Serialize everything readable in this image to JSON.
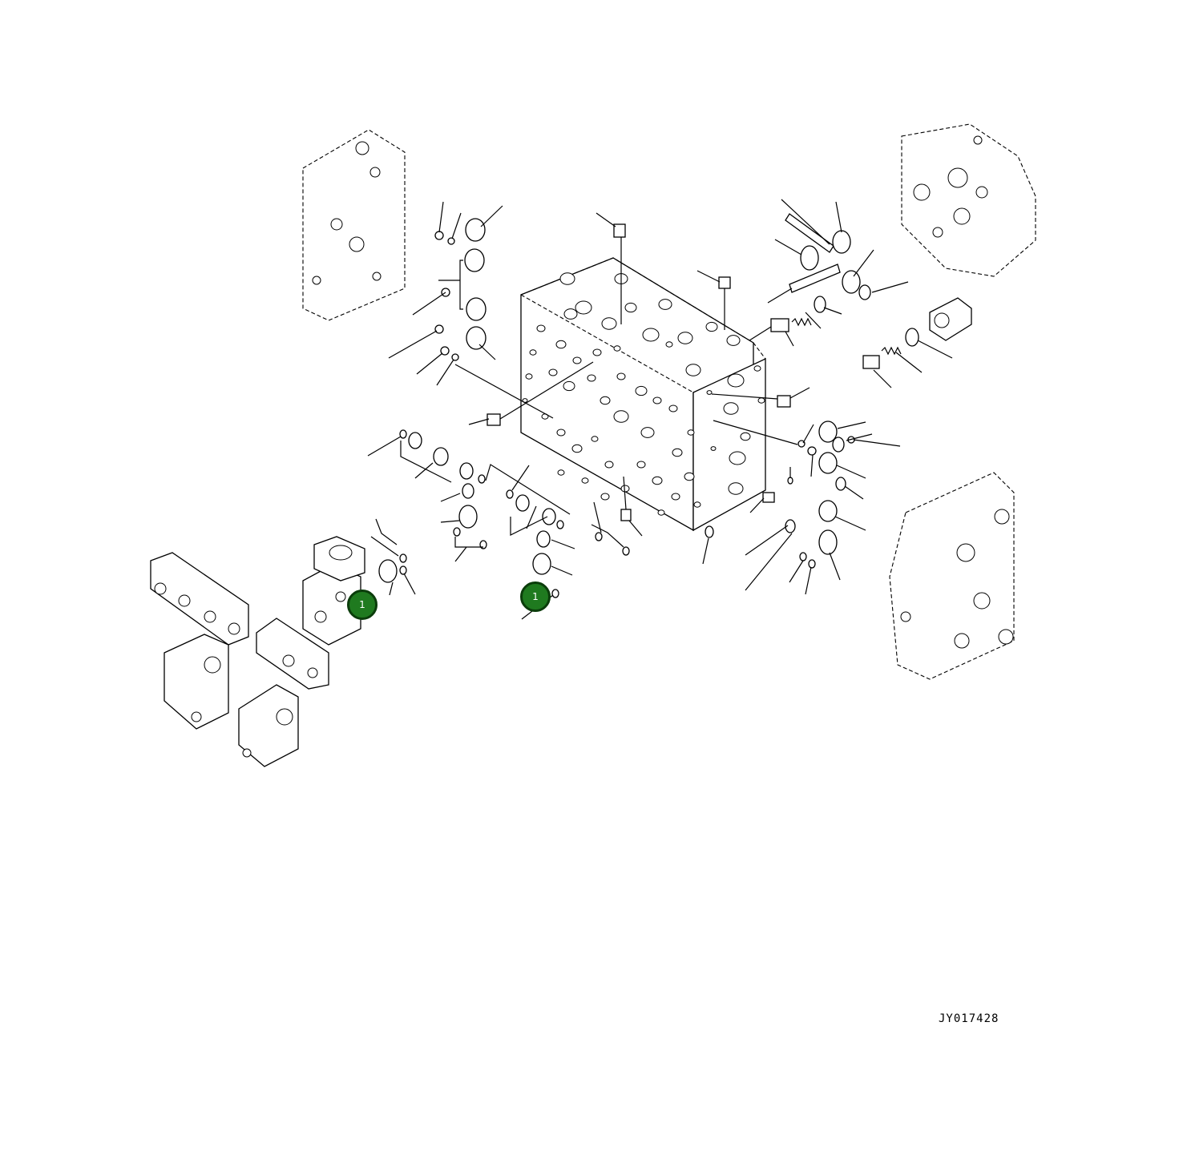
{
  "drawing": {
    "code": "JY017428"
  },
  "callouts": [
    {
      "number": "1",
      "color": "#1f7a1f"
    },
    {
      "number": "1",
      "color": "#1f7a1f"
    }
  ]
}
